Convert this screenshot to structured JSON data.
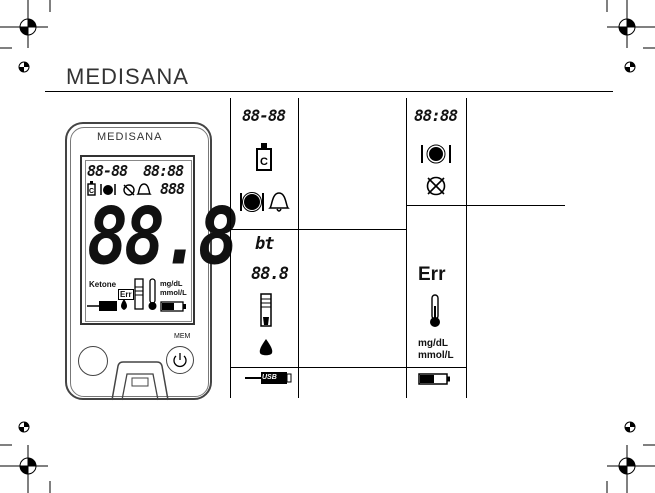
{
  "header": {
    "brand": "MEDISANA"
  },
  "meter": {
    "brand": "MEDISANA",
    "lcd_date": "88-88",
    "lcd_time": "88:88",
    "lcd_small": "888",
    "lcd_big": "88.8",
    "ketone_label": "Ketone",
    "err_label": "Err",
    "unit_mgdl": "mg/dL",
    "unit_mmoll": "mmol/L",
    "usb_label": "USB",
    "mem_label": "MEM"
  },
  "table": {
    "left_symbols": {
      "date": "88-88",
      "bt": "bt",
      "value": "88.8",
      "usb": "USB"
    },
    "right_symbols": {
      "time": "88:88",
      "err": "Err",
      "unit_mgdl": "mg/dL",
      "unit_mmoll": "mmol/L"
    }
  }
}
